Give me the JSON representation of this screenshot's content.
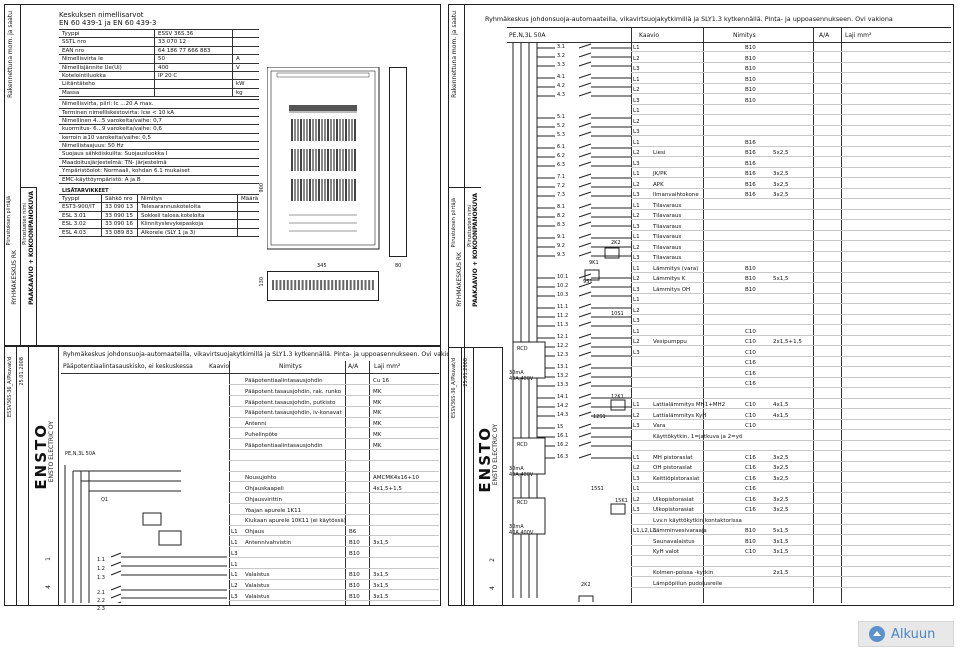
{
  "page": {
    "background": "#ffffff",
    "line_color": "#222222",
    "highlight_color": "#2f7fd6"
  },
  "left_sheet_top": {
    "strip_top": "Rakennettuna mom. ja saatu",
    "strip_bottom_1": "Piirustusten nimi",
    "strip_bottom_2": "PÄÄKAAVIO + KOKOONPANOKUVA",
    "strip_bottom_3": "Piirustuksen piirtäjä",
    "strip_bottom_4": "RYHMÄKESKUS RK",
    "spec_title_1": "Keskuksen nimellisarvot",
    "spec_title_2": "EN 60 439-1 ja EN 60 439-3",
    "specs": [
      {
        "k": "Tyyppi",
        "v": "ESSV 36S.36",
        "u": ""
      },
      {
        "k": "SSTL nro",
        "v": "33 070 12",
        "u": ""
      },
      {
        "k": "EAN nro",
        "v": "64 186 77 666 883",
        "u": ""
      },
      {
        "k": "Nimellisvirta   Ie",
        "v": "50",
        "u": "A"
      },
      {
        "k": "Nimellisjännite  Ue(Ui)",
        "v": "400",
        "u": "V"
      },
      {
        "k": "Kotelointiluokka",
        "v": "IP 20 C",
        "u": ""
      },
      {
        "k": "Liitäntäteho",
        "v": "",
        "u": "kW"
      },
      {
        "k": "Massa",
        "v": "",
        "u": "kg"
      }
    ],
    "specs2": [
      "Nimellisvirta, piiri:      Ic    ...20 A max.",
      "Terminen nimelliskestovirta:  Icw  < 10 kA",
      "Nimellinen  4...5 varokeita/vaihe:  0,7",
      "kuormitus-  6...9 varokeita/vaihe:  0,6",
      "kerroin     ≥10 varokeita/vaihe:    0,5",
      "Nimellistaajuus:                   50 Hz",
      "Suojaus sähköiskuilta:    Suojausluokka I",
      "Maadoitusjärjestelmä:       TN- järjestelmä",
      "Ympäristöolot:      Normaali, kohdan 6.1 mukaiset",
      "EMC-käyttöympäristö:              A ja B"
    ],
    "parts_title": "LISÄTARVIKKEET",
    "parts_header": [
      "Tyyppi",
      "Sähkö nro",
      "Nimitys",
      "Määrä"
    ],
    "parts": [
      [
        "EST3-900/IT",
        "33 090 13",
        "Telesarannuskoteloita",
        ""
      ],
      [
        "ESL 3.01",
        "33 090 15",
        "Sokkeli talosa.koteloita",
        ""
      ],
      [
        "ESL 3.02",
        "33 090 16",
        "Kiinnityslevykepaskoja",
        ""
      ],
      [
        "ESL 4.03",
        "33 089 83",
        "Alkorele (SLY 1 ja 3)",
        ""
      ]
    ],
    "dim_900": "900",
    "dim_345": "345",
    "dim_80": "80",
    "dim_130": "130"
  },
  "left_sheet_bottom": {
    "header": "Ryhmäkeskus johdonsuoja-automaateilla, vikavirtsuojakytkimillä ja SLY1.3 kytkennällä. Pinta- ja uppoasennukseen. Ovi vakiona",
    "col_circuit": "Pääpotentiaalintasauskisko, ei keskuskessa",
    "col_kaavio": "Kaavio",
    "col_nimitys": "Nimitys",
    "col_aa": "A/A",
    "col_laji": "Laji   mm²",
    "feed_label": "PE,N,3L  50A",
    "q1": "Q1",
    "ref_1_1": "1.1",
    "ref_1_2": "1.2",
    "ref_1_3": "1.3",
    "ref_2_1": "2.1",
    "ref_2_2": "2.2",
    "ref_2_3": "2.3",
    "rows": [
      {
        "l": "",
        "n": "Pääpotentiaalintasausjohdin",
        "a": "",
        "t": "Cu 16"
      },
      {
        "l": "",
        "n": "Pääpotent.tasausjohdin, rak. runko",
        "a": "",
        "t": "MK"
      },
      {
        "l": "",
        "n": "Pääpotent.tasausjohdin, putkisto",
        "a": "",
        "t": "MK"
      },
      {
        "l": "",
        "n": "Pääpotent.tasausjohdin, iv-konavat",
        "a": "",
        "t": "MK"
      },
      {
        "l": "",
        "n": "Antenni",
        "a": "",
        "t": "MK"
      },
      {
        "l": "",
        "n": "Puhelinpöte",
        "a": "",
        "t": "MK"
      },
      {
        "l": "",
        "n": "Pääpotentiaalintasausjohdin",
        "a": "",
        "t": "MK"
      },
      {
        "l": "",
        "n": "",
        "a": "",
        "t": ""
      },
      {
        "l": "",
        "n": "",
        "a": "",
        "t": ""
      },
      {
        "l": "",
        "n": "Nousujohto",
        "a": "",
        "t": "AMCMK4x16+10"
      },
      {
        "l": "",
        "n": "Ohjauskaapeli",
        "a": "",
        "t": "4x1,5+1,5"
      },
      {
        "l": "",
        "n": "Ohjausvirittin",
        "a": "",
        "t": ""
      },
      {
        "l": "",
        "n": "Yöajan apurele 1K11",
        "a": "",
        "t": ""
      },
      {
        "l": "",
        "n": "Kiukaan apurele 10K11 (ei käytössä)",
        "a": "",
        "t": ""
      },
      {
        "l": "L1",
        "n": "Ohjaus",
        "a": "B6",
        "t": ""
      },
      {
        "l": "L1",
        "n": "Antennivahvistin",
        "a": "B10",
        "t": "3x1,5"
      },
      {
        "l": "L3",
        "n": "",
        "a": "B10",
        "t": ""
      },
      {
        "l": "L1",
        "n": "",
        "a": "",
        "t": ""
      },
      {
        "l": "L1",
        "n": "Valaistus",
        "a": "B10",
        "t": "3x1,5"
      },
      {
        "l": "L2",
        "n": "Valaistus",
        "a": "B10",
        "t": "3x1,5"
      },
      {
        "l": "L3",
        "n": "Valaistus",
        "a": "B10",
        "t": "3x1,5"
      }
    ],
    "title_block": {
      "drawing": "ESSV36S-36_A/Pkuvat/d",
      "date": "25.01.2008",
      "company_1": "ENSTO",
      "company_2": "ENSTO ELECTRIC OY",
      "sheet_no": "1",
      "sheet_total": "4"
    }
  },
  "right_sheet": {
    "header": "Ryhmäkeskus johdonsuoja-automaateilla, vikavirtsuojakytkimillä ja SLY1.3 kytkennällä. Pinta- ja uppoasennukseen. Ovi vakiona",
    "feed_label": "PE,N,3L  50A",
    "col_kaavio": "Kaavio",
    "col_nimitys": "Nimitys",
    "col_aa": "A/A",
    "col_laji": "Laji   mm²",
    "strip_top": "Rakennettuna mom. ja saatu",
    "strip_bottom_1": "Piirustusten nimi",
    "strip_bottom_2": "PÄÄKAAVIO + KOKOONPANOKUVA",
    "strip_bottom_3": "Piirustuksen piirtäjä",
    "strip_bottom_4": "RYHMÄKESKUS RK",
    "labels": {
      "rcd": "RCD",
      "rcd_rating": "30mA 40A,400V",
      "k2": "2K2",
      "k9": "9K1",
      "k9s": "9S1",
      "k10": "10S1",
      "k12": "12K1",
      "k12s": "12S1",
      "k15s": "15S1",
      "k15": "15K1",
      "bot_k2": "2K2",
      "ref_15": "15"
    },
    "refs": [
      "3.1",
      "3.2",
      "3.3",
      "4.1",
      "4.2",
      "4.3",
      "5.1",
      "5.2",
      "5.3",
      "6.1",
      "6.2",
      "6.3",
      "7.1",
      "7.2",
      "7.3",
      "8.1",
      "8.2",
      "8.3",
      "9.1",
      "9.2",
      "9.3",
      "10.1",
      "10.2",
      "10.3",
      "11.1",
      "11.2",
      "11.3",
      "12.1",
      "12.2",
      "12.3",
      "13.1",
      "13.2",
      "13.3",
      "14.1",
      "14.2",
      "14.3",
      "15",
      "16.1",
      "16.2",
      "16.3"
    ],
    "rows": [
      {
        "l": "L1",
        "n": "",
        "a": "B10",
        "t": ""
      },
      {
        "l": "L2",
        "n": "",
        "a": "B10",
        "t": ""
      },
      {
        "l": "L3",
        "n": "",
        "a": "B10",
        "t": ""
      },
      {
        "l": "L1",
        "n": "",
        "a": "B10",
        "t": ""
      },
      {
        "l": "L2",
        "n": "",
        "a": "B10",
        "t": ""
      },
      {
        "l": "L3",
        "n": "",
        "a": "B10",
        "t": ""
      },
      {
        "l": "L1",
        "n": "",
        "a": "",
        "t": ""
      },
      {
        "l": "L2",
        "n": "",
        "a": "",
        "t": ""
      },
      {
        "l": "L3",
        "n": "",
        "a": "",
        "t": ""
      },
      {
        "l": "L1",
        "n": "",
        "a": "B16",
        "t": ""
      },
      {
        "l": "L2",
        "n": "Liesi",
        "a": "B16",
        "t": "5x2,5"
      },
      {
        "l": "L3",
        "n": "",
        "a": "B16",
        "t": ""
      },
      {
        "l": "L1",
        "n": "JK/PK",
        "a": "B16",
        "t": "3x2,5"
      },
      {
        "l": "L2",
        "n": "APK",
        "a": "B16",
        "t": "3x2,5"
      },
      {
        "l": "L3",
        "n": "Ilmanvaihtokone",
        "a": "B16",
        "t": "3x2,5"
      },
      {
        "l": "L1",
        "n": "Tilavaraus",
        "a": "",
        "t": ""
      },
      {
        "l": "L2",
        "n": "Tilavaraus",
        "a": "",
        "t": ""
      },
      {
        "l": "L3",
        "n": "Tilavaraus",
        "a": "",
        "t": ""
      },
      {
        "l": "L1",
        "n": "Tilavaraus",
        "a": "",
        "t": ""
      },
      {
        "l": "L2",
        "n": "Tilavaraus",
        "a": "",
        "t": ""
      },
      {
        "l": "L3",
        "n": "Tilavaraus",
        "a": "",
        "t": ""
      },
      {
        "l": "L1",
        "n": "Lämmitys (vara)",
        "a": "B10",
        "t": ""
      },
      {
        "l": "L2",
        "n": "Lämmitys K",
        "a": "B10",
        "t": "5x1,5"
      },
      {
        "l": "L3",
        "n": "Lämmitys OH",
        "a": "B10",
        "t": ""
      },
      {
        "l": "L1",
        "n": "",
        "a": "",
        "t": ""
      },
      {
        "l": "L2",
        "n": "",
        "a": "",
        "t": ""
      },
      {
        "l": "L3",
        "n": "",
        "a": "",
        "t": ""
      },
      {
        "l": "L1",
        "n": "",
        "a": "C10",
        "t": ""
      },
      {
        "l": "L2",
        "n": "Vesipumppu",
        "a": "C10",
        "t": "2x1,5+1,5"
      },
      {
        "l": "L3",
        "n": "",
        "a": "C10",
        "t": ""
      },
      {
        "l": "",
        "n": "",
        "a": "C16",
        "t": ""
      },
      {
        "l": "",
        "n": "",
        "a": "C16",
        "t": ""
      },
      {
        "l": "",
        "n": "",
        "a": "C16",
        "t": ""
      },
      {
        "l": "",
        "n": "",
        "a": "",
        "t": ""
      },
      {
        "l": "L1",
        "n": "Lattialämmitys MH1+MH2",
        "a": "C10",
        "t": "4x1,5"
      },
      {
        "l": "L2",
        "n": "Lattialämmitys KyH",
        "a": "C10",
        "t": "4x1,5"
      },
      {
        "l": "L3",
        "n": "Vara",
        "a": "C10",
        "t": ""
      },
      {
        "l": "",
        "n": "Käyttökytkin, 1=jatkuva ja 2=yö",
        "a": "",
        "t": ""
      },
      {
        "l": "",
        "n": "",
        "a": "",
        "t": ""
      },
      {
        "l": "L1",
        "n": "MH pistorasiat",
        "a": "C16",
        "t": "3x2,5"
      },
      {
        "l": "L2",
        "n": "OH pistorasiat",
        "a": "C16",
        "t": "3x2,5"
      },
      {
        "l": "L3",
        "n": "Keittiöpistorasiat",
        "a": "C16",
        "t": "3x2,5"
      },
      {
        "l": "L1",
        "n": "",
        "a": "C16",
        "t": ""
      },
      {
        "l": "L2",
        "n": "Ulkopistorasiat",
        "a": "C16",
        "t": "3x2,5"
      },
      {
        "l": "L3",
        "n": "Ulkopistorasiat",
        "a": "C16",
        "t": "3x2,5"
      },
      {
        "l": "",
        "n": "Lvv.n käyttökytkin kontaktorissa",
        "a": "",
        "t": ""
      },
      {
        "l": "L1,L2,L3",
        "n": "Lämminvesivaraaja",
        "a": "B10",
        "t": "5x1,5"
      },
      {
        "l": "",
        "n": "Saunavalaistus",
        "a": "B10",
        "t": "3x1,5"
      },
      {
        "l": "",
        "n": "KyH valot",
        "a": "C10",
        "t": "3x1,5"
      },
      {
        "l": "",
        "n": "",
        "a": "",
        "t": ""
      },
      {
        "l": "",
        "n": "Kolmen-poissa -kytkin",
        "a": "",
        "t": "2x1,5"
      },
      {
        "l": "",
        "n": "Lämpöpiilun pudolusreile",
        "a": "",
        "t": ""
      }
    ],
    "title_block": {
      "drawing": "ESSV36S-36_A/Pkuvat/d",
      "date": "25.01.2008",
      "company_1": "ENSTO",
      "company_2": "ENSTO ELECTRIC OY",
      "sheet_no": "2",
      "sheet_total": "4"
    }
  },
  "nav": {
    "back_to_top": "Alkuun"
  }
}
